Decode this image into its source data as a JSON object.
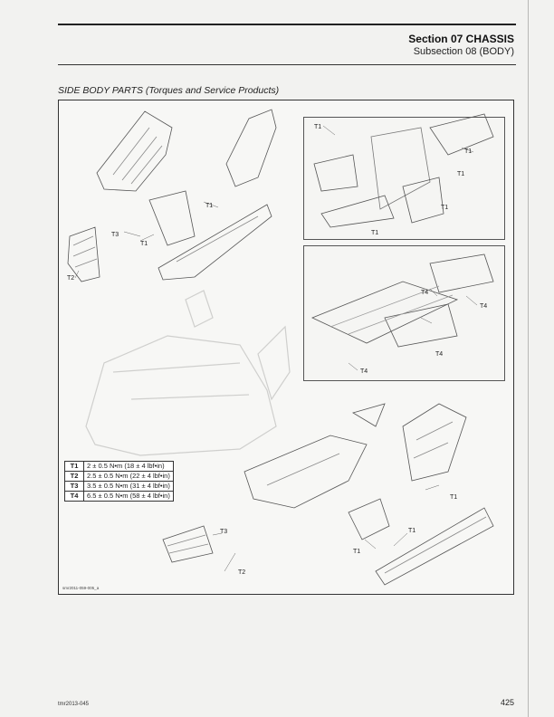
{
  "header": {
    "section": "Section 07  CHASSIS",
    "subsection": "Subsection 08  (BODY)"
  },
  "figure": {
    "title": "SIDE BODY PARTS (Torques and Service Products)",
    "code": "smr2011-059-005_a",
    "callouts": {
      "t1": "T1",
      "t2": "T2",
      "t3": "T3",
      "t4": "T4"
    },
    "torque_table": [
      {
        "key": "T1",
        "value": "2 ± 0.5 N•m  (18 ± 4 lbf•in)"
      },
      {
        "key": "T2",
        "value": "2.5 ± 0.5 N•m  (22 ± 4 lbf•in)"
      },
      {
        "key": "T3",
        "value": "3.5 ± 0.5 N•m  (31 ± 4 lbf•in)"
      },
      {
        "key": "T4",
        "value": "6.5 ± 0.5 N•m  (58 ± 4 lbf•in)"
      }
    ]
  },
  "footer": {
    "doc_code": "tmr2013-045",
    "page_number": "425"
  }
}
